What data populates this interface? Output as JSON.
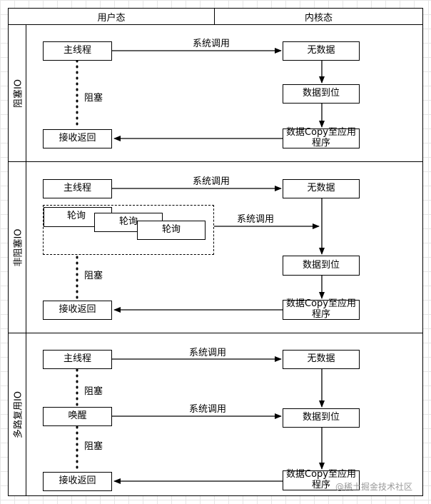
{
  "header": {
    "user_mode": "用户态",
    "kernel_mode": "内核态"
  },
  "lanes": [
    {
      "title": "阻塞IO",
      "main_thread": "主线程",
      "syscall": "系统调用",
      "no_data": "无数据",
      "blocked": "阻塞",
      "data_ready": "数据到位",
      "copy_to_app": "数据Copy至应用程序",
      "receive_return": "接收返回"
    },
    {
      "title": "非阻塞IO",
      "main_thread": "主线程",
      "syscall": "系统调用",
      "no_data": "无数据",
      "polls": [
        "轮询",
        "轮询",
        "轮询"
      ],
      "poll_syscall": "系统调用",
      "blocked": "阻塞",
      "data_ready": "数据到位",
      "copy_to_app": "数据Copy至应用程序",
      "receive_return": "接收返回"
    },
    {
      "title": "多路复用IO",
      "main_thread": "主线程",
      "syscall": "系统调用",
      "no_data": "无数据",
      "blocked_1": "阻塞",
      "wake_up": "唤醒",
      "syscall_2": "系统调用",
      "data_ready": "数据到位",
      "blocked_2": "阻塞",
      "copy_to_app": "数据Copy至应用程序",
      "receive_return": "接收返回"
    }
  ],
  "watermark": "@稀土掘金技术社区"
}
